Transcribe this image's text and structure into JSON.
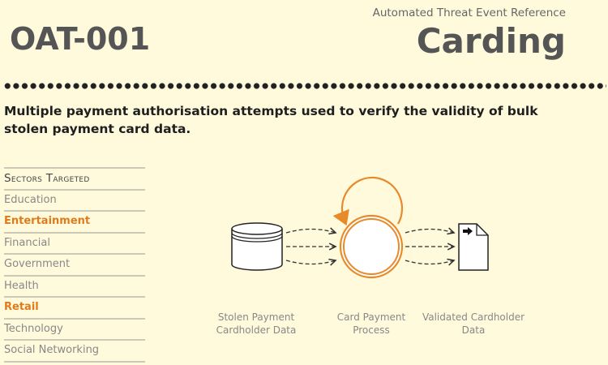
{
  "header": {
    "id": "OAT-001",
    "reference": "Automated Threat Event Reference",
    "title": "Carding"
  },
  "description": "Multiple payment authorisation attempts used to verify the validity of bulk stolen payment card data.",
  "sectors": {
    "heading": "Sectors Targeted",
    "items": [
      {
        "label": "Education",
        "highlighted": false
      },
      {
        "label": "Entertainment",
        "highlighted": true
      },
      {
        "label": "Financial",
        "highlighted": false
      },
      {
        "label": "Government",
        "highlighted": false
      },
      {
        "label": "Health",
        "highlighted": false
      },
      {
        "label": "Retail",
        "highlighted": true
      },
      {
        "label": "Technology",
        "highlighted": false
      },
      {
        "label": "Social Networking",
        "highlighted": false
      }
    ]
  },
  "diagram": {
    "source": "Stolen Payment Cardholder Data",
    "process": "Card Payment Process",
    "output": "Validated Cardholder Data"
  },
  "colors": {
    "accent": "#de7b1c",
    "background": "#fffadc"
  }
}
